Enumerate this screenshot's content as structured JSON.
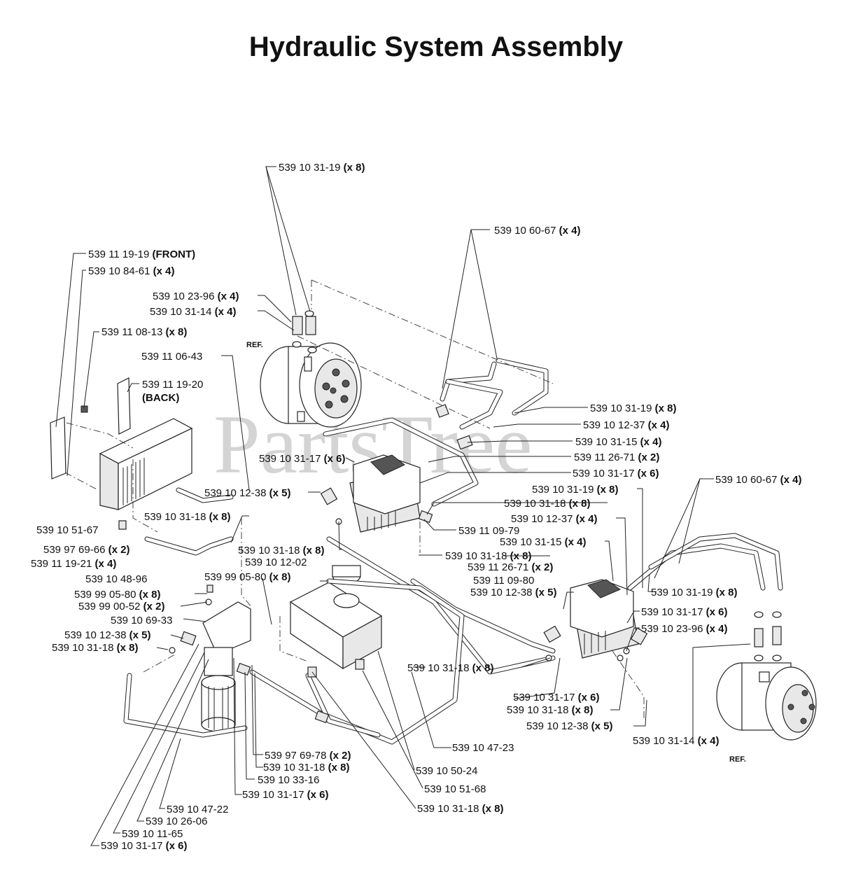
{
  "title": "Hydraulic System Assembly",
  "watermark": "PartsTree",
  "ref_left": "REF.",
  "ref_right": "REF.",
  "labels": [
    {
      "num": "539 10 31-19",
      "qty": "(x 8)"
    },
    {
      "num": "539 10 60-67",
      "qty": "(x 4)"
    },
    {
      "num": "539 11 19-19",
      "qty": "(FRONT)"
    },
    {
      "num": "539 10 84-61",
      "qty": "(x 4)"
    },
    {
      "num": "539 10 23-96",
      "qty": "(x 4)"
    },
    {
      "num": "539 10 31-14",
      "qty": "(x 4)"
    },
    {
      "num": "539 11 08-13",
      "qty": "(x 8)"
    },
    {
      "num": "539 11 06-43",
      "qty": ""
    },
    {
      "num": "539 11 19-20",
      "qty": ""
    },
    {
      "num": "(BACK)",
      "qty": ""
    },
    {
      "num": "539 10 31-19",
      "qty": "(x 8)"
    },
    {
      "num": "539 10 12-37",
      "qty": "(x 4)"
    },
    {
      "num": "539 10 31-15",
      "qty": "(x 4)"
    },
    {
      "num": "539 11 26-71",
      "qty": "(x 2)"
    },
    {
      "num": "539 10 31-17",
      "qty": "(x 6)"
    },
    {
      "num": "539 10 31-17",
      "qty": "(x 6)"
    },
    {
      "num": "539 10 60-67",
      "qty": "(x 4)"
    },
    {
      "num": "539 10 31-19",
      "qty": "(x 8)"
    },
    {
      "num": "539 10 12-38",
      "qty": "(x 5)"
    },
    {
      "num": "539 10 31-18",
      "qty": "(x 8)"
    },
    {
      "num": "539 10 12-37",
      "qty": "(x 4)"
    },
    {
      "num": "539 11 09-79",
      "qty": ""
    },
    {
      "num": "539 10 51-67",
      "qty": ""
    },
    {
      "num": "539 10 31-18",
      "qty": "(x 8)"
    },
    {
      "num": "539 10 31-15",
      "qty": "(x 4)"
    },
    {
      "num": "539 97 69-66",
      "qty": "(x 2)"
    },
    {
      "num": "539 10 31-18",
      "qty": "(x 8)"
    },
    {
      "num": "539 11 19-21",
      "qty": "(x 4)"
    },
    {
      "num": "539 10 31-18",
      "qty": "(x 8)"
    },
    {
      "num": "539 10 12-02",
      "qty": ""
    },
    {
      "num": "539 11 26-71",
      "qty": "(x 2)"
    },
    {
      "num": "539 10 48-96",
      "qty": ""
    },
    {
      "num": "539 11 09-80",
      "qty": ""
    },
    {
      "num": "539 99 05-80",
      "qty": "(x 8)"
    },
    {
      "num": "539 10 12-38",
      "qty": "(x 5)"
    },
    {
      "num": "539 99 05-80",
      "qty": "(x 8)"
    },
    {
      "num": "539 10 31-19",
      "qty": "(x 8)"
    },
    {
      "num": "539 99 00-52",
      "qty": "(x 2)"
    },
    {
      "num": "539 10 69-33",
      "qty": ""
    },
    {
      "num": "539 10 31-17",
      "qty": "(x 6)"
    },
    {
      "num": "539 10 12-38",
      "qty": "(x 5)"
    },
    {
      "num": "539 10 23-96",
      "qty": "(x 4)"
    },
    {
      "num": "539 10 31-18",
      "qty": "(x 8)"
    },
    {
      "num": "539 10 31-18",
      "qty": "(x 8)"
    },
    {
      "num": "539 10 31-17",
      "qty": "(x 6)"
    },
    {
      "num": "539 10 31-18",
      "qty": "(x 8)"
    },
    {
      "num": "539 10 12-38",
      "qty": "(x 5)"
    },
    {
      "num": "539 10 31-14",
      "qty": "(x 4)"
    },
    {
      "num": "539 10 47-23",
      "qty": ""
    },
    {
      "num": "539 97 69-78",
      "qty": "(x 2)"
    },
    {
      "num": "539 10 31-18",
      "qty": "(x 8)"
    },
    {
      "num": "539 10 50-24",
      "qty": ""
    },
    {
      "num": "539 10 33-16",
      "qty": ""
    },
    {
      "num": "539 10 51-68",
      "qty": ""
    },
    {
      "num": "539 10 31-17",
      "qty": "(x 6)"
    },
    {
      "num": "539 10 31-18",
      "qty": "(x 8)"
    },
    {
      "num": "539 10 47-22",
      "qty": ""
    },
    {
      "num": "539 10 26-06",
      "qty": ""
    },
    {
      "num": "539 10 11-65",
      "qty": ""
    },
    {
      "num": "539 10 31-17",
      "qty": "(x 6)"
    }
  ]
}
